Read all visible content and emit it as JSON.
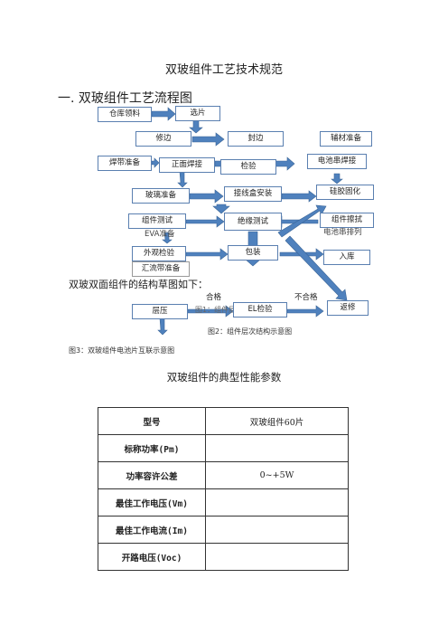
{
  "doc": {
    "title": "双玻组件工艺技术规范",
    "section1": "一. 双玻组件工艺流程图",
    "structure_line": "双玻双面组件的结构草图如下：",
    "subtitle": "双玻组件的典型性能参数"
  },
  "flow": {
    "boxes": {
      "warehouse": "仓库领料",
      "sort": "选片",
      "trim": "修边",
      "seal": "封边",
      "aux": "辅材准备",
      "ribbon": "焊带准备",
      "front_weld": "正面焊接",
      "inspect": "检验",
      "string_weld": "电池串焊接",
      "glass": "玻璃准备",
      "jbox": "接线盒安装",
      "silicone": "硅胶固化",
      "module_test": "组件测试",
      "insulation": "绝缘测试",
      "wipe": "组件擦拭",
      "eva": "EVA准备",
      "string_layout": "电池串排列",
      "visual": "外观检验",
      "pack": "包装",
      "store": "入库",
      "busbar": "汇流带准备",
      "laminate": "层压",
      "el": "EL检验",
      "repair": "返修"
    },
    "labels": {
      "pass": "合格",
      "fail": "不合格"
    }
  },
  "captions": {
    "fig1": "图1：组件层次结构",
    "fig2": "图2：组件层次结构示意图",
    "fig3": "图3：双玻组件电池片互联示意图"
  },
  "spec_table": {
    "rows": [
      {
        "key": "型号",
        "value": "双玻组件60片"
      },
      {
        "key": "标称功率(Pm)",
        "value": ""
      },
      {
        "key": "功率容许公差",
        "value": "0~+5W"
      },
      {
        "key": "最佳工作电压(Vm)",
        "value": ""
      },
      {
        "key": "最佳工作电流(Im)",
        "value": ""
      },
      {
        "key": "开路电压(Voc)",
        "value": ""
      }
    ]
  },
  "colors": {
    "arrow": "#4f81bd",
    "arrow_stroke": "#3a6597",
    "box_border": "#5a7fb0"
  }
}
